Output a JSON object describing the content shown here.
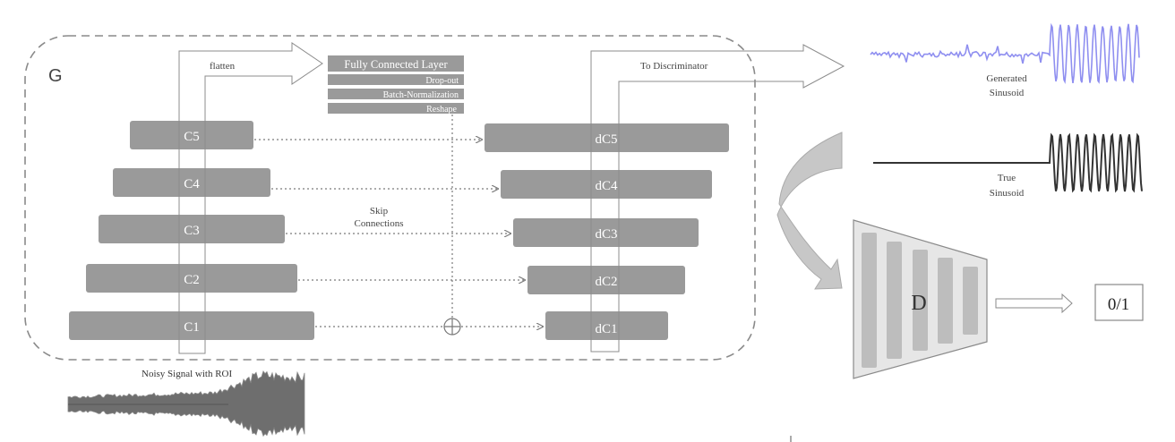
{
  "generator": {
    "label": "G",
    "flatten_label": "flatten",
    "fc_stack": [
      "Fully Connected Layer",
      "Drop-out",
      "Batch-Normalization",
      "Reshape"
    ],
    "encoder": [
      "C5",
      "C4",
      "C3",
      "C2",
      "C1"
    ],
    "decoder": [
      "dC5",
      "dC4",
      "dC3",
      "dC2",
      "dC1"
    ],
    "skip_label_line1": "Skip",
    "skip_label_line2": "Connections",
    "to_discriminator": "To Discriminator"
  },
  "input": {
    "label": "Noisy Signal with ROI"
  },
  "signals": {
    "generated_line1": "Generated",
    "generated_line2": "Sinusoid",
    "true_line1": "True",
    "true_line2": "Sinusoid",
    "generated_color": "#8f8ff0",
    "true_color": "#333333"
  },
  "discriminator": {
    "label": "D",
    "output": "0/1"
  },
  "colors": {
    "block": "#9a9a9a",
    "block_text": "#ffffff",
    "dashed": "#8a8a8a"
  }
}
